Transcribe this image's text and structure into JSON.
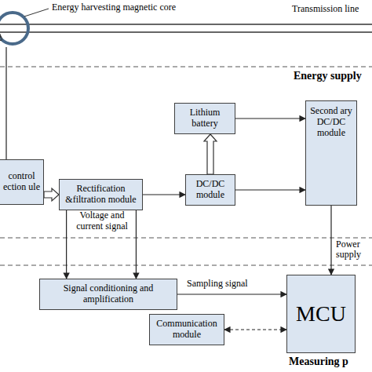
{
  "diagram": {
    "nodes": [
      {
        "text": [
          "control ection ule"
        ]
      },
      {
        "text": [
          "Rectification &filtration module"
        ]
      },
      {
        "text": [
          "Lithium battery"
        ]
      },
      {
        "text": [
          "DC/DC module"
        ]
      },
      {
        "text": [
          "Second ary DC/DC module"
        ]
      },
      {
        "text": [
          "Signal conditioning and amplification"
        ]
      },
      {
        "text": [
          "MCU"
        ]
      },
      {
        "text": [
          "Communication module"
        ]
      }
    ],
    "edges": [
      {
        "from": 0,
        "to": 1,
        "arrow": "to"
      },
      {
        "from": 1,
        "to": 3,
        "arrow": "to"
      },
      {
        "from": 3,
        "to": 2,
        "arrow": "to"
      },
      {
        "from": 2,
        "to": 4,
        "arrow": "to"
      },
      {
        "from": 3,
        "to": 4,
        "arrow": "to"
      },
      {
        "from": 4,
        "to": 6,
        "label": "Power supply",
        "arrow": "to"
      },
      {
        "from": 1,
        "to": 5,
        "arrow": "to"
      },
      {
        "from": 1,
        "to": 5,
        "arrow": "to"
      },
      {
        "from": 5,
        "to": 6,
        "label": "Sampling signal",
        "arrow": "to"
      },
      {
        "from": 7,
        "to": 6,
        "arrow": "both"
      }
    ],
    "labels": [
      "Energy harvesting magnetic core",
      "Transmission line",
      "Energy supply",
      "Voltage and current signal",
      "Measuring p"
    ]
  }
}
